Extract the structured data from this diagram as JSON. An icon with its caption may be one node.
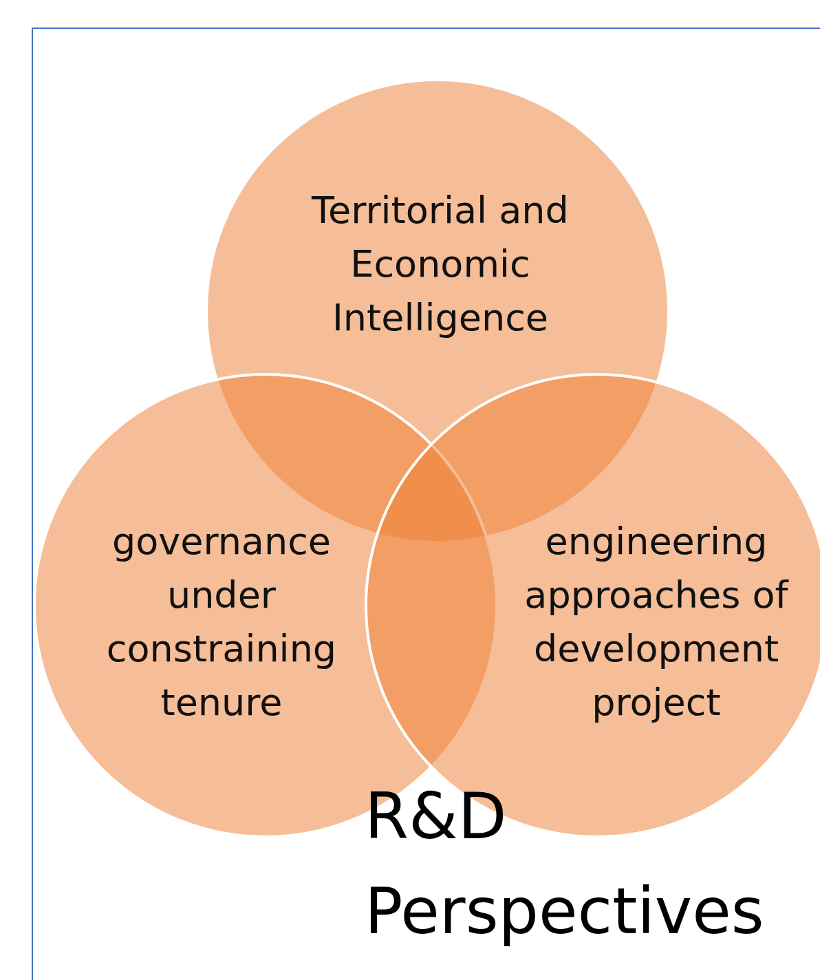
{
  "diagram": {
    "title": "R&D Perspectives",
    "nodes": [
      {
        "text": [
          "Territorial and Economic Intelligence"
        ]
      },
      {
        "text": [
          "governance under constraining tenure"
        ]
      },
      {
        "text": [
          "engineering approaches of development project"
        ]
      }
    ]
  }
}
